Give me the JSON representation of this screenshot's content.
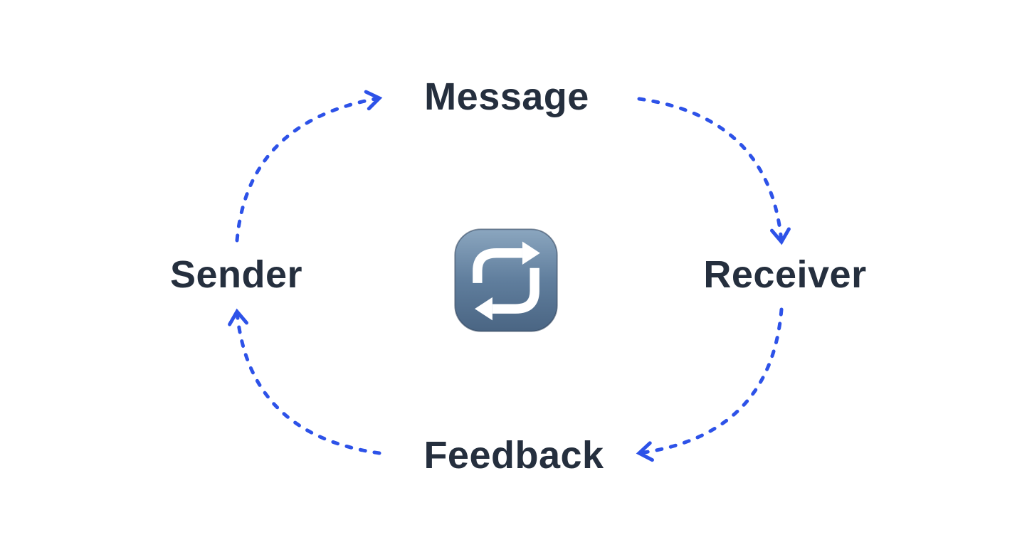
{
  "diagram": {
    "name": "communication-cycle",
    "center_icon": "repeat-cycle-emoji",
    "nodes": [
      {
        "id": "message",
        "label": "Message",
        "position": "top"
      },
      {
        "id": "receiver",
        "label": "Receiver",
        "position": "right"
      },
      {
        "id": "feedback",
        "label": "Feedback",
        "position": "bottom"
      },
      {
        "id": "sender",
        "label": "Sender",
        "position": "left"
      }
    ],
    "edges": [
      {
        "from": "sender",
        "to": "message",
        "style": "dashed-curved-arrow"
      },
      {
        "from": "message",
        "to": "receiver",
        "style": "dashed-curved-arrow"
      },
      {
        "from": "receiver",
        "to": "feedback",
        "style": "dashed-curved-arrow"
      },
      {
        "from": "feedback",
        "to": "sender",
        "style": "dashed-curved-arrow"
      }
    ],
    "colors": {
      "arrow": "#2d52e8",
      "label": "#252f3e",
      "background": "#ffffff",
      "emoji_top": "#8ba6bf",
      "emoji_mid": "#607e9d",
      "emoji_bottom": "#4a6583",
      "emoji_arrows": "#ffffff"
    }
  }
}
